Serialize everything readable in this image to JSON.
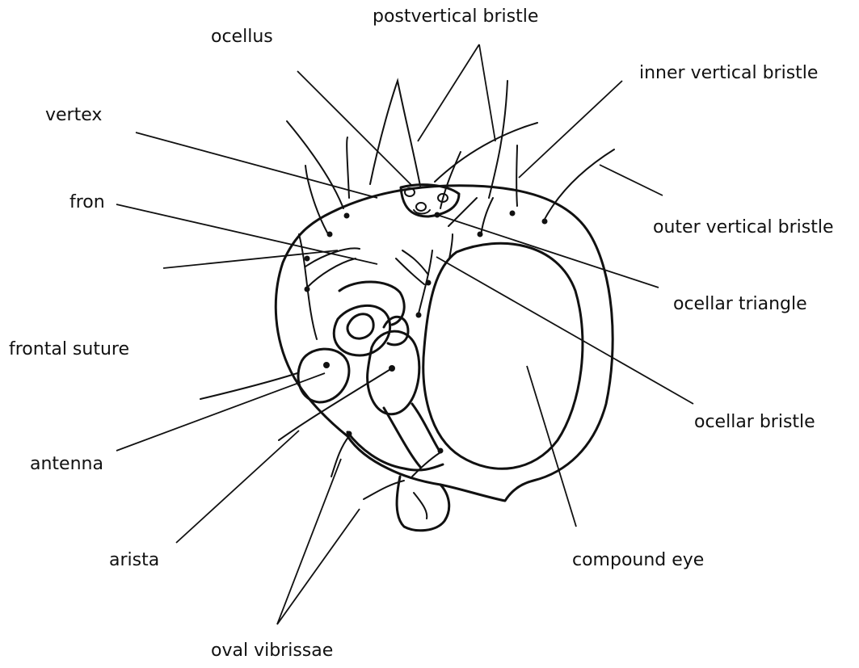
{
  "labels": {
    "postvertical_bristle": "postvertical bristle",
    "ocellus": "ocellus",
    "inner_vertical_bristle": "inner vertical bristle",
    "vertex": "vertex",
    "fron": "fron",
    "outer_vertical_bristle": "outer vertical bristle",
    "ocellar_triangle": "ocellar triangle",
    "frontal_suture": "frontal suture",
    "ocellar_bristle": "ocellar bristle",
    "antenna": "antenna",
    "arista": "arista",
    "compound_eye": "compound eye",
    "oval_vibrissae": "oval vibrissae"
  }
}
